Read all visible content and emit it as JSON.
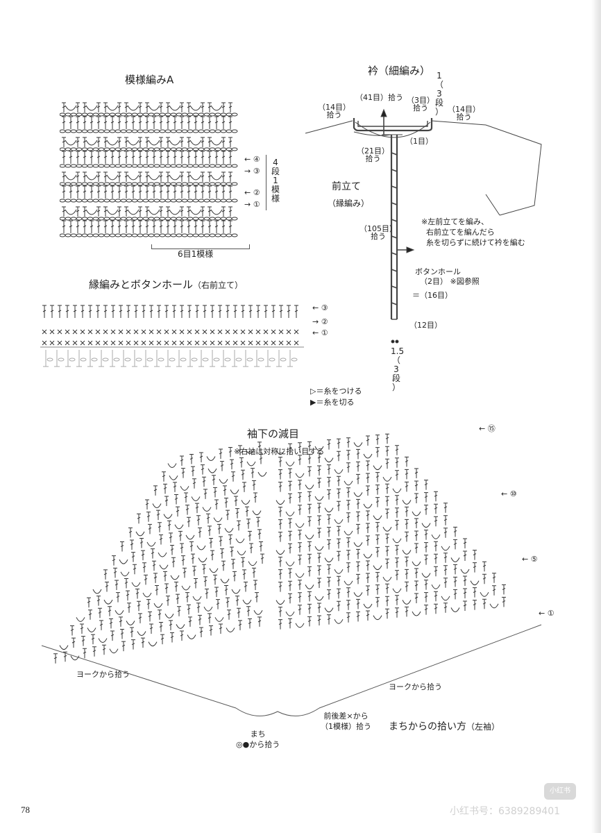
{
  "page_number": "78",
  "watermark": {
    "badge": "小红书",
    "text": "小红书号：6389289401"
  },
  "pattern_a": {
    "title": "模様編みA",
    "repeat_rows": "4段1模様",
    "repeat_sts": "6目1模様",
    "row_markers": [
      "④",
      "③",
      "②",
      "①"
    ]
  },
  "edging": {
    "title": "縁編みとボタンホール",
    "subtitle": "（右前立て）",
    "row_markers": [
      "③",
      "②",
      "①"
    ]
  },
  "legend": {
    "attach": "▷＝糸をつける",
    "cut": "▶＝糸を切る"
  },
  "collar": {
    "title": "衿（細編み）",
    "rows_top": [
      "1",
      "（",
      "3",
      "段",
      "）"
    ],
    "pick_41": [
      "（41目）",
      "拾う"
    ],
    "pick_3": [
      "（3目）",
      "拾う"
    ],
    "pick_14_left": [
      "（14目）",
      "拾う"
    ],
    "pick_14_right": [
      "（14目）",
      "拾う"
    ],
    "pick_21": [
      "（21目）",
      "拾う"
    ],
    "one_st": "（1目）"
  },
  "front_band": {
    "title": "前立て",
    "subtitle": "（縁編み）",
    "pick_105": [
      "（105目）",
      "拾う"
    ],
    "note": [
      "※左前立てを編み、",
      "右前立てを編んだら",
      "糸を切らずに続けて衿を編む"
    ],
    "buttonhole": [
      "ボタンホール",
      "（2目）",
      "※図参照"
    ],
    "gap_16": "＝（16目）",
    "gap_12": "（12目）",
    "bottom_width": [
      "1.5",
      "（",
      "3",
      "段",
      "）"
    ]
  },
  "sleeve": {
    "title": "袖下の減目",
    "note": "※右袖は対称に拾い目する",
    "row_markers": [
      "⑮",
      "⑩",
      "⑤",
      "①"
    ],
    "yoke_left": "ヨークから拾う",
    "yoke_right": "ヨークから拾う",
    "front_back": [
      "前後差×から",
      "（1模様）拾う"
    ],
    "gusset": [
      "まち",
      "◎●から拾う"
    ],
    "method_title": "まちからの拾い方",
    "method_sub": "（左袖）"
  },
  "icons": {
    "row_arrow": "arrow-left-icon",
    "attach": "open-triangle-icon",
    "cut": "filled-triangle-icon"
  }
}
